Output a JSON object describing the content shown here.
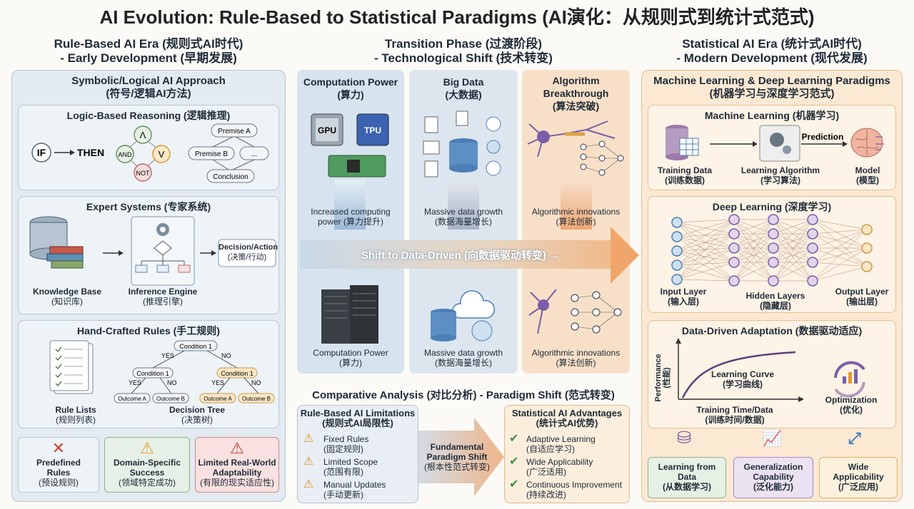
{
  "title": "AI Evolution: Rule-Based to Statistical Paradigms (AI演化：从规则式到统计式范式)",
  "columns": {
    "left": {
      "line1": "Rule-Based AI Era (规则式AI时代)",
      "line2": "- Early Development (早期发展)"
    },
    "middle": {
      "line1": "Transition Phase (过渡阶段)",
      "line2": "- Technological Shift (技术转变)"
    },
    "right": {
      "line1": "Statistical AI Era (统计式AI时代)",
      "line2": "- Modern Development (现代发展)"
    }
  },
  "left": {
    "title1": "Symbolic/Logical AI Approach",
    "title2": "(符号/逻辑AI方法)",
    "logic": {
      "title": "Logic-Based Reasoning (逻辑推理)",
      "if": "IF",
      "then": "THEN",
      "and": "AND",
      "or": "V",
      "not": "NOT",
      "and_sym": "Λ",
      "premise_a": "Premise A",
      "premise_b": "Premise B",
      "ellipsis": "...",
      "conclusion": "Conclusion"
    },
    "expert": {
      "title": "Expert Systems (专家系统)",
      "kb": "Knowledge Base",
      "kb_cn": "(知识库)",
      "ie": "Inference Engine",
      "ie_cn": "(推理引擎)",
      "decision": "Decision/Action",
      "decision_cn": "(决策/行动)"
    },
    "rules": {
      "title": "Hand-Crafted Rules (手工规则)",
      "list": "Rule Lists",
      "list_cn": "(规则列表)",
      "tree": "Decision Tree",
      "tree_cn": "(决策树)",
      "cond1": "Condition 1",
      "yes": "YES",
      "no": "NO",
      "outcome_a": "Outcome A",
      "outcome_b": "Outcome B"
    },
    "tiles": [
      {
        "l1": "Predefined",
        "l2": "Rules",
        "l3": "(预设规则)"
      },
      {
        "l1": "Domain-Specific",
        "l2": "Success",
        "l3": "(领域特定成功)"
      },
      {
        "l1": "Limited Real-World",
        "l2": "Adaptability",
        "l3": "(有限的现实适应性)"
      }
    ]
  },
  "middle": {
    "comp": {
      "title": "Computation Power",
      "title_cn": "(算力)",
      "gpu": "GPU",
      "tpu": "TPU",
      "mid": "Increased computing",
      "mid2": "power (算力提升)",
      "bot": "Computation Power",
      "bot_cn": "(算力)"
    },
    "data": {
      "title": "Big Data",
      "title_cn": "(大数据)",
      "mid": "Massive data growth",
      "mid2": "(数据海量增长)",
      "bot": "Massive data growth",
      "bot_cn": "(数据海量增长)"
    },
    "algo": {
      "title": "Algorithm",
      "title2": "Breakthrough",
      "title_cn": "(算法突破)",
      "mid": "Algorithmic innovations",
      "mid2": "(算法创新)",
      "bot": "Algorithmic innovations",
      "bot_cn": "(算法创新)"
    },
    "shift": "Shift to Data-Driven (向数据驱动转变) →",
    "comparative": "Comparative Analysis (对比分析) - Paradigm Shift (范式转变)",
    "limits": {
      "title": "Rule-Based AI Limitations",
      "title_cn": "(规则式AI局限性)",
      "items": [
        {
          "en": "Fixed Rules",
          "cn": "(固定规则)"
        },
        {
          "en": "Limited Scope",
          "cn": "(范围有限)"
        },
        {
          "en": "Manual Updates",
          "cn": "(手动更新)"
        }
      ]
    },
    "shift_box": {
      "l1": "Fundamental",
      "l2": "Paradigm Shift",
      "l3": "(根本性范式转变)"
    },
    "advantages": {
      "title": "Statistical AI Advantages",
      "title_cn": "(统计式AI优势)",
      "items": [
        {
          "en": "Adaptive Learning",
          "cn": "(自适应学习)"
        },
        {
          "en": "Wide Applicability",
          "cn": "(广泛适用)"
        },
        {
          "en": "Continuous Improvement",
          "cn": "(持续改进)"
        }
      ]
    }
  },
  "right": {
    "title1": "Machine Learning & Deep Learning Paradigms",
    "title2": "(机器学习与深度学习范式)",
    "ml": {
      "title": "Machine Learning (机器学习)",
      "td": "Training Data",
      "td_cn": "(训练数据)",
      "la": "Learning Algorithm",
      "la_cn": "(学习算法)",
      "pred": "Prediction",
      "model": "Model",
      "model_cn": "(模型)"
    },
    "dl": {
      "title": "Deep Learning (深度学习)",
      "in": "Input Layer",
      "in_cn": "(输入层)",
      "hid": "Hidden Layers",
      "hid_cn": "(隐藏层)",
      "out": "Output Layer",
      "out_cn": "(输出层)"
    },
    "dda": {
      "title": "Data-Driven Adaptation (数据驱动适应)",
      "perf": "Performance",
      "perf_cn": "(性能)",
      "curve": "Learning Curve",
      "curve_cn": "(学习曲线)",
      "time": "Training Time/Data",
      "time_cn": "(训练时间/数据)",
      "opt": "Optimization",
      "opt_cn": "(优化)"
    },
    "tiles": [
      {
        "l1": "Learning from",
        "l2": "Data",
        "l3": "(从数据学习)"
      },
      {
        "l1": "Generalization",
        "l2": "Capability",
        "l3": "(泛化能力)"
      },
      {
        "l1": "Wide",
        "l2": "Applicability",
        "l3": "(广泛应用)"
      }
    ]
  }
}
